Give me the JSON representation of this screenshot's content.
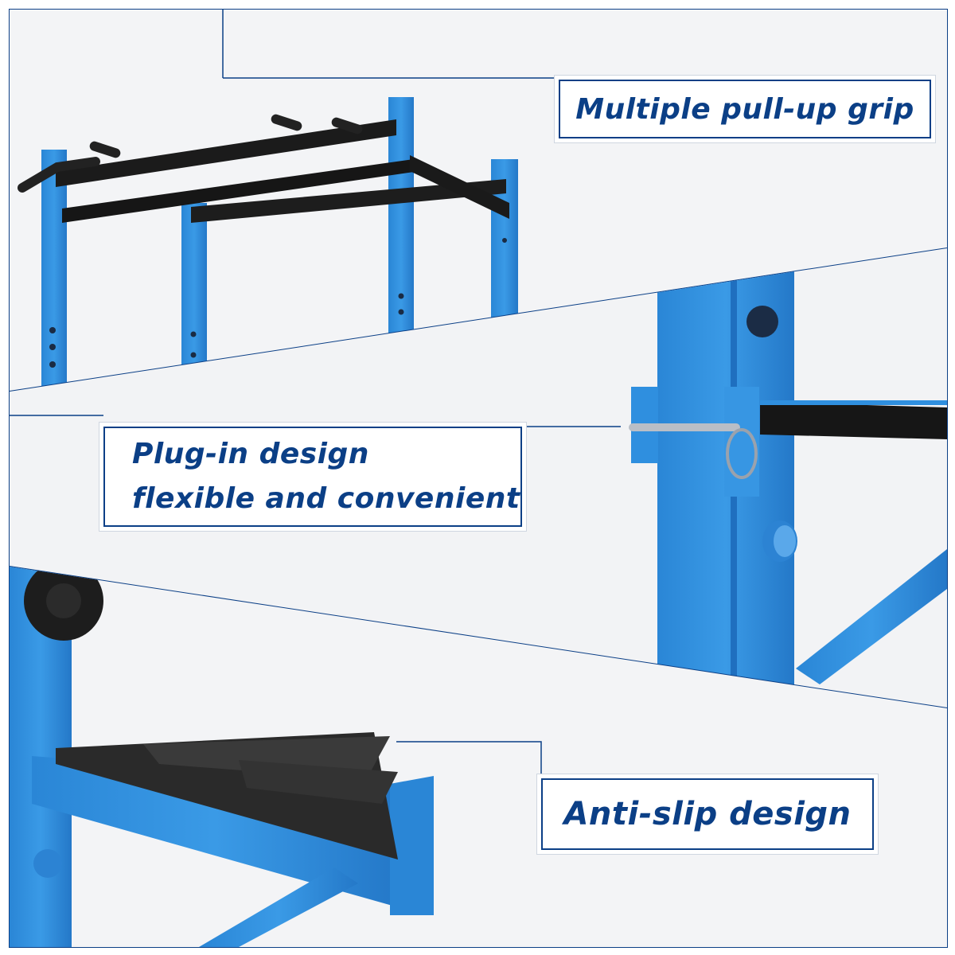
{
  "panels": [
    {
      "id": "grip",
      "label_lines": [
        "Multiple pull-up grip"
      ]
    },
    {
      "id": "plug",
      "label_lines": [
        "Plug-in design",
        "flexible and convenient"
      ]
    },
    {
      "id": "anti",
      "label_lines": [
        "Anti-slip design"
      ]
    }
  ],
  "colors": {
    "frame_blue": "#2f8fdf",
    "frame_blue_dark": "#1f6fbf",
    "bar_black": "#1b1b1b",
    "label_navy": "#0b3f86",
    "border_navy": "#0b3f86",
    "background": "#ffffff"
  }
}
